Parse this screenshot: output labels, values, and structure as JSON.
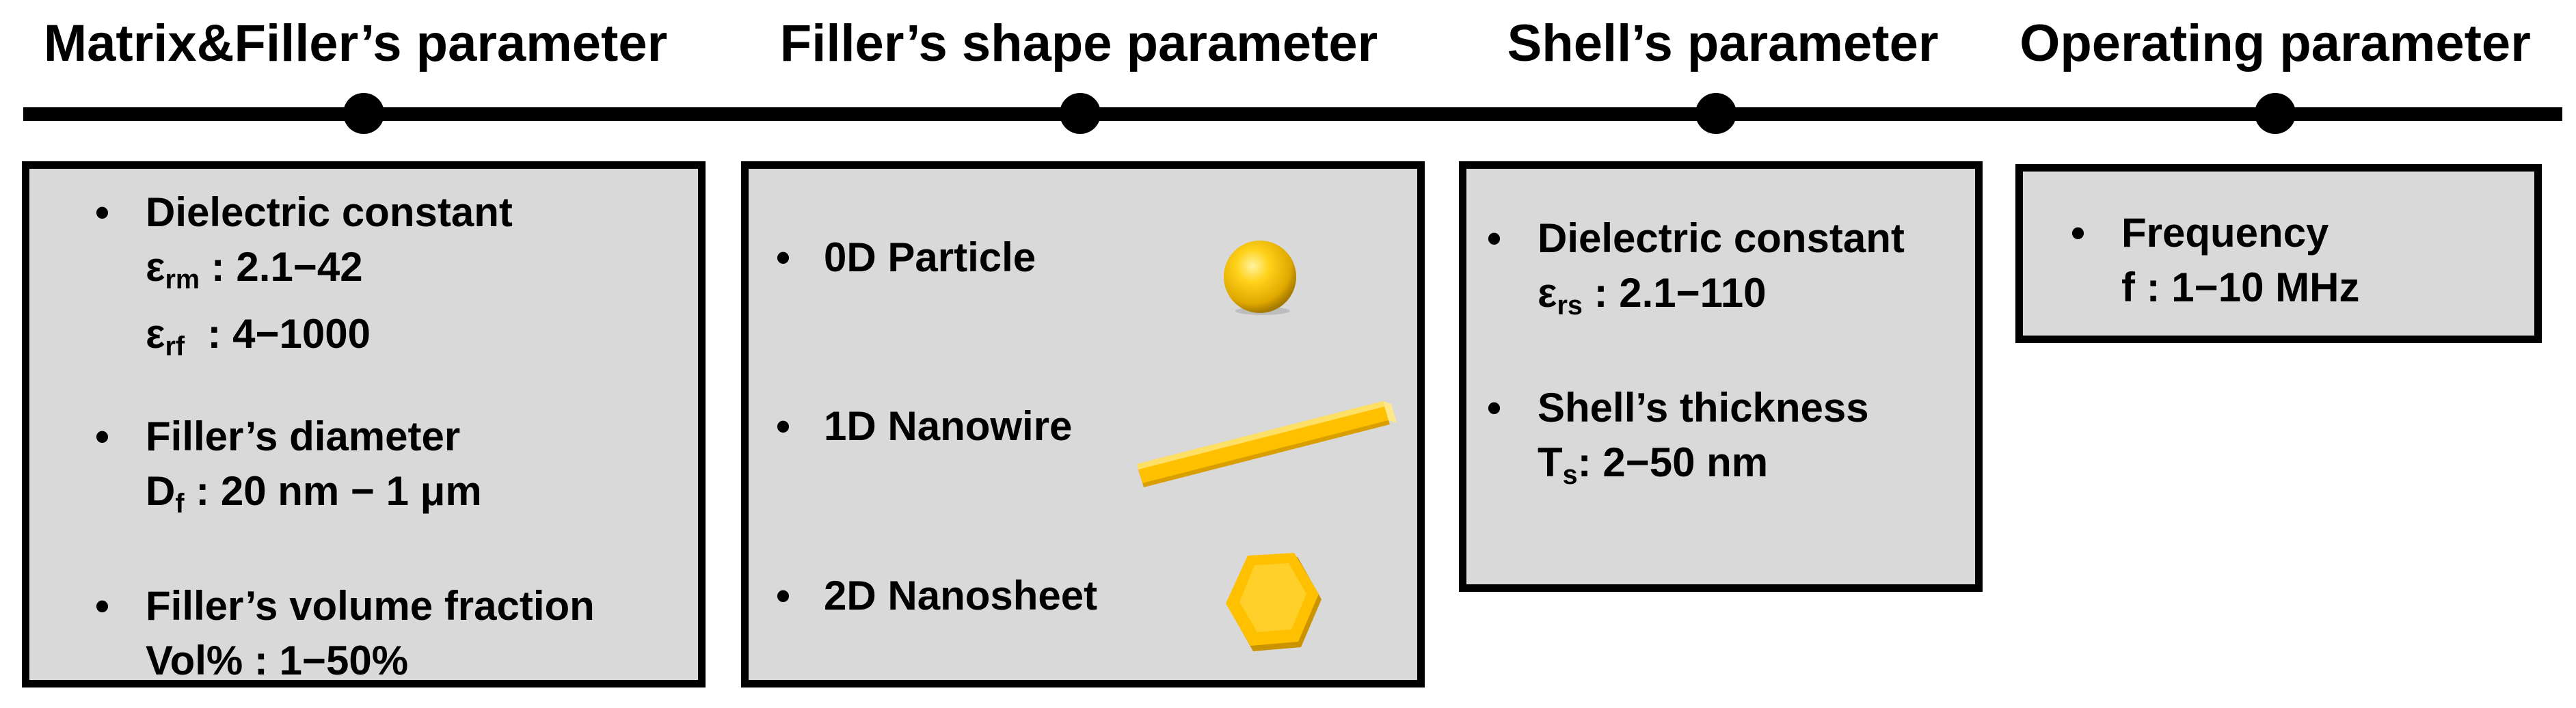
{
  "headings": {
    "matrix_filler": "Matrix&Filler’s parameter",
    "filler_shape": "Filler’s shape parameter",
    "shell": "Shell’s parameter",
    "operating": "Operating parameter"
  },
  "matrix_filler": {
    "dielectric_title": "Dielectric constant",
    "eps_rm_symbol": "ε",
    "eps_rm_sub": "rm",
    "eps_rm_value": " : 2.1−42",
    "eps_rf_symbol": "ε",
    "eps_rf_sub": "rf",
    "eps_rf_value": "  : 4−1000",
    "diameter_title": "Filler’s diameter",
    "diameter_symbol": "D",
    "diameter_sub": "f",
    "diameter_value": " : 20 nm − 1 μm",
    "volume_title": "Filler’s volume fraction",
    "volume_value": "Vol% : 1−50%"
  },
  "filler_shape": {
    "items": [
      {
        "label": "0D Particle",
        "icon": "sphere-icon"
      },
      {
        "label": "1D Nanowire",
        "icon": "rod-icon"
      },
      {
        "label": "2D Nanosheet",
        "icon": "hexagon-icon"
      }
    ]
  },
  "shell": {
    "dielectric_title": "Dielectric constant",
    "eps_rs_symbol": "ε",
    "eps_rs_sub": "rs",
    "eps_rs_value": " : 2.1−110",
    "thickness_title": "Shell’s thickness",
    "thickness_symbol": "T",
    "thickness_sub": "s",
    "thickness_value": ": 2−50 nm"
  },
  "operating": {
    "frequency_title": "Frequency",
    "frequency_value": "f : 1−10 MHz"
  },
  "bullet": "•",
  "colors": {
    "box_fill": "#d9d9d9",
    "border": "#000000",
    "gold_light": "#ffe45c",
    "gold": "#ffc000",
    "gold_dark": "#b88a00"
  }
}
